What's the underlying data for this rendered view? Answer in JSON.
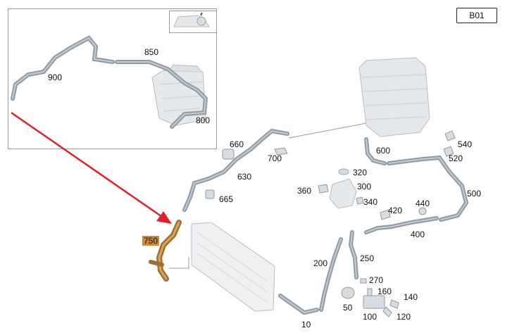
{
  "diagram_id": "B01",
  "callouts": [
    {
      "id": "c900",
      "text": "900"
    },
    {
      "id": "c850",
      "text": "850"
    },
    {
      "id": "c800",
      "text": "800"
    },
    {
      "id": "c660",
      "text": "660"
    },
    {
      "id": "c700",
      "text": "700"
    },
    {
      "id": "c630",
      "text": "630"
    },
    {
      "id": "c665",
      "text": "665"
    },
    {
      "id": "c600",
      "text": "600"
    },
    {
      "id": "c540",
      "text": "540"
    },
    {
      "id": "c520",
      "text": "520"
    },
    {
      "id": "c320",
      "text": "320"
    },
    {
      "id": "c300",
      "text": "300"
    },
    {
      "id": "c360",
      "text": "360"
    },
    {
      "id": "c340",
      "text": "340"
    },
    {
      "id": "c440",
      "text": "440"
    },
    {
      "id": "c420",
      "text": "420"
    },
    {
      "id": "c500",
      "text": "500"
    },
    {
      "id": "c400",
      "text": "400"
    },
    {
      "id": "c750",
      "text": "750"
    },
    {
      "id": "c250",
      "text": "250"
    },
    {
      "id": "c200",
      "text": "200"
    },
    {
      "id": "c270",
      "text": "270"
    },
    {
      "id": "c160",
      "text": "160"
    },
    {
      "id": "c140",
      "text": "140"
    },
    {
      "id": "c50",
      "text": "50"
    },
    {
      "id": "c100",
      "text": "100"
    },
    {
      "id": "c120",
      "text": "120"
    },
    {
      "id": "c10",
      "text": "10"
    }
  ],
  "colors": {
    "hose": "#8f9aa3",
    "hose_light": "#c4ccd2",
    "part_fill": "#e6e9ec",
    "part_edge": "#b5bcc2",
    "arrow": "#e0202a",
    "highlight_part": "#c98a3a",
    "leader": "#9a9a9a"
  }
}
